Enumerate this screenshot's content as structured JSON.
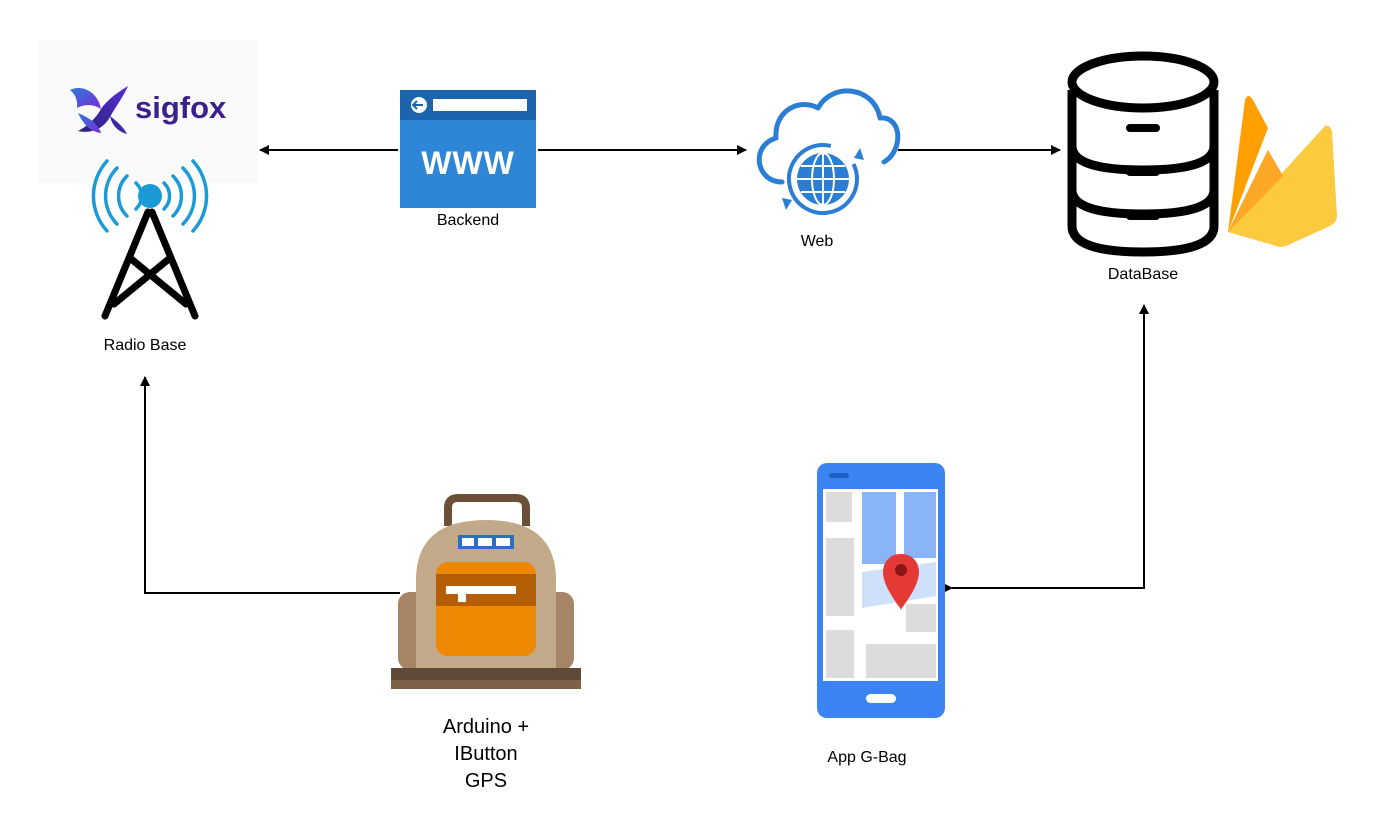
{
  "nodes": {
    "radio_base": {
      "label": "Radio Base",
      "logo_text": "sigfox"
    },
    "backend": {
      "label": "Backend",
      "url_text": "WWW"
    },
    "web": {
      "label": "Web"
    },
    "database": {
      "label": "DataBase"
    },
    "device": {
      "lines": [
        "Arduino +",
        "IButton",
        "GPS"
      ]
    },
    "app": {
      "label": "App G-Bag"
    }
  },
  "colors": {
    "sigfox_purple": "#3c1f8c",
    "sigfox_logo_gradient": [
      "#6a2bd9",
      "#2e7bd8"
    ],
    "antenna_blue": "#1a9ad6",
    "www_blue": "#2476c4",
    "cloud_blue": "#2a7fd4",
    "firebase_yellow": "#fcca3f",
    "firebase_orange": "#f5820d",
    "backpack_tan": "#c2a98a",
    "backpack_orange": "#ee8702",
    "phone_blue": "#3d84f3",
    "map_pin_red": "#e53935",
    "arrow": "#000000"
  },
  "connections": [
    {
      "from": "backend",
      "to": "radio_base",
      "direction": "one-way"
    },
    {
      "from": "backend",
      "to": "web",
      "direction": "one-way"
    },
    {
      "from": "web",
      "to": "database",
      "direction": "one-way"
    },
    {
      "from": "device",
      "to": "radio_base",
      "direction": "one-way"
    },
    {
      "from": "app",
      "to": "database",
      "direction": "two-way"
    }
  ]
}
